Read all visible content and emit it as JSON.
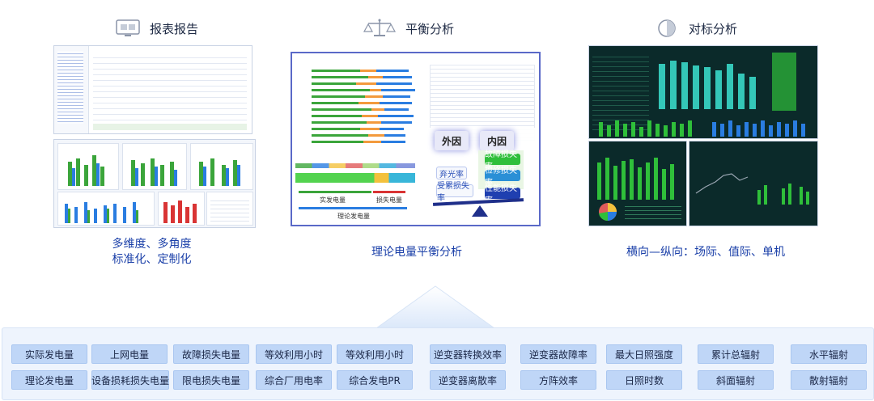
{
  "sections": [
    {
      "title": "报表报告",
      "icon": "monitor-report-icon",
      "caption_lines": [
        "多维度、多角度",
        "标准化、定制化"
      ]
    },
    {
      "title": "平衡分析",
      "icon": "balance-scale-icon",
      "caption_lines": [
        "理论电量平衡分析"
      ]
    },
    {
      "title": "对标分析",
      "icon": "pie-compare-icon",
      "caption_lines": [
        "横向—纵向：场际、值际、单机"
      ]
    }
  ],
  "balance": {
    "outer_label": "外因",
    "inner_label": "内因",
    "left_tags": [
      "弃光率",
      "受累损失率"
    ],
    "right_tags": [
      "故障损失率",
      "检修损失率",
      "性能损失率"
    ],
    "bar_labels": [
      "实发电量",
      "损失电量",
      "理论发电量"
    ]
  },
  "metrics": [
    [
      "实际发电量",
      "上网电量",
      "故障损失电量",
      "等效利用小时",
      "等效利用小时",
      "逆变器转换效率",
      "逆变器故障率",
      "最大日照强度",
      "累计总辐射",
      "水平辐射"
    ],
    [
      "理论发电量",
      "设备损耗损失电量",
      "限电损失电量",
      "综合厂用电率",
      "综合发电PR",
      "逆变器离散率",
      "方阵效率",
      "日照时数",
      "斜面辐射",
      "散射辐射"
    ]
  ],
  "colors": {
    "caption": "#1a3fa8",
    "chip": "#bfd6f7",
    "accent_green": "#2fbf3a",
    "accent_blue": "#2a7de1"
  }
}
